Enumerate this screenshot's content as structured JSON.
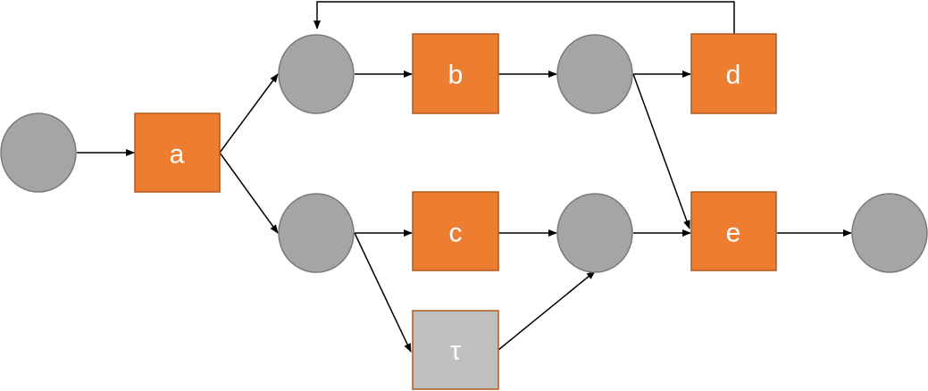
{
  "colors": {
    "place_fill": "#a5a5a5",
    "place_stroke": "#7a7a7a",
    "transition_fill": "#ed7d31",
    "transition_stroke": "#ae5a21",
    "silent_fill": "#bfbfbf",
    "silent_stroke": "#ae5a21",
    "arc": "#000000",
    "label_text": "#ffffff"
  },
  "diagram": {
    "places": [
      "p-start",
      "p1",
      "p2",
      "p3",
      "p4",
      "p-end"
    ],
    "transitions": [
      {
        "id": "t-a",
        "label": "a",
        "kind": "visible"
      },
      {
        "id": "t-b",
        "label": "b",
        "kind": "visible"
      },
      {
        "id": "t-c",
        "label": "c",
        "kind": "visible"
      },
      {
        "id": "t-d",
        "label": "d",
        "kind": "visible"
      },
      {
        "id": "t-e",
        "label": "e",
        "kind": "visible"
      },
      {
        "id": "t-tau",
        "label": "τ",
        "kind": "silent"
      }
    ],
    "arcs": [
      [
        "p-start",
        "t-a"
      ],
      [
        "t-a",
        "p1"
      ],
      [
        "t-a",
        "p2"
      ],
      [
        "p1",
        "t-b"
      ],
      [
        "t-b",
        "p3"
      ],
      [
        "p3",
        "t-d"
      ],
      [
        "t-d",
        "p1"
      ],
      [
        "p3",
        "t-e"
      ],
      [
        "p2",
        "t-c"
      ],
      [
        "p2",
        "t-tau"
      ],
      [
        "t-c",
        "p4"
      ],
      [
        "t-tau",
        "p4"
      ],
      [
        "p4",
        "t-e"
      ],
      [
        "t-e",
        "p-end"
      ]
    ]
  }
}
